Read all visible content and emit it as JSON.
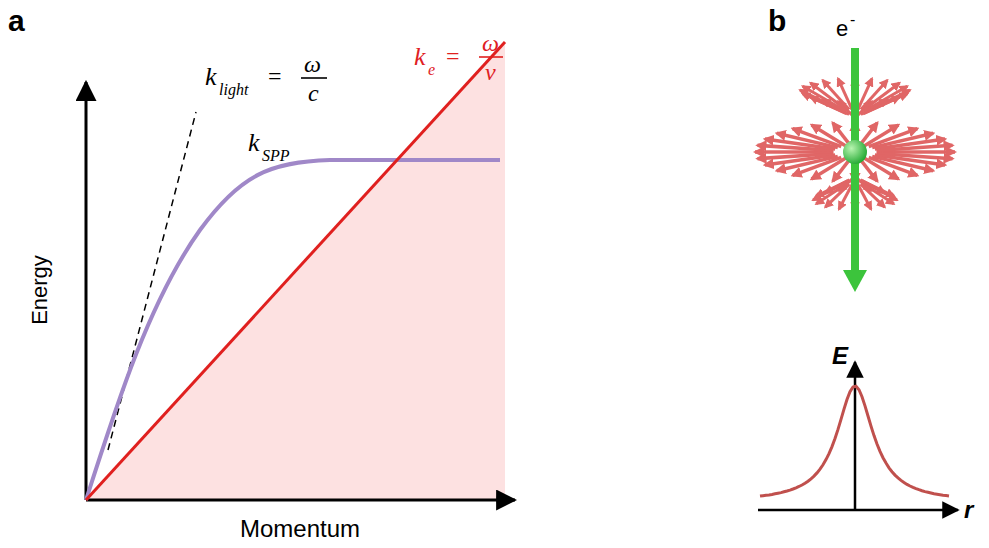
{
  "diagram": {
    "labels": [
      "a",
      "b",
      "k",
      "light",
      "=",
      "ω",
      "c",
      "k",
      "SPP",
      "k",
      "e",
      "=",
      "ω",
      "v",
      "Energy",
      "Momentum",
      "e",
      "-",
      "E",
      "r"
    ]
  }
}
